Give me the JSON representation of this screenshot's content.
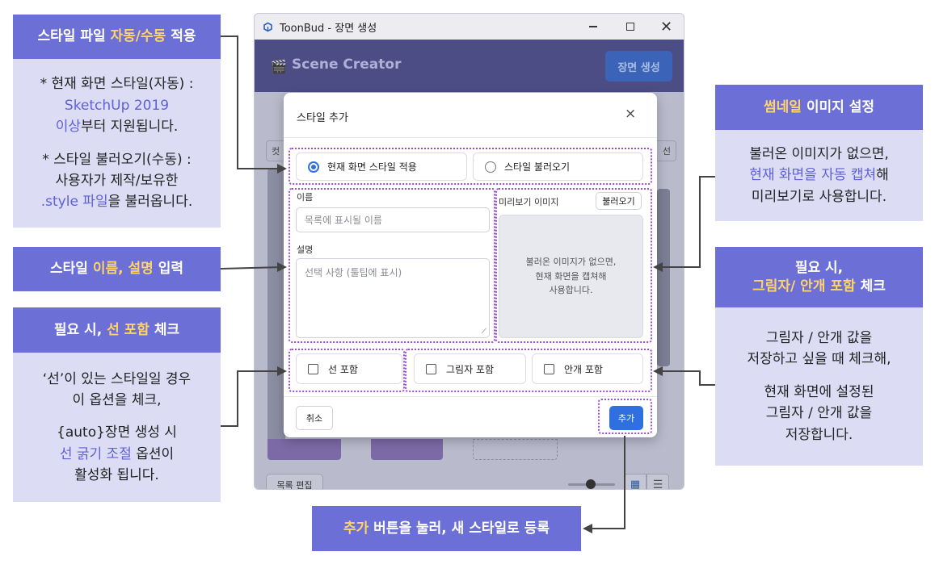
{
  "window": {
    "title": "ToonBud - 장면 생성",
    "min_icon": "minimize-icon",
    "max_icon": "maximize-icon",
    "close_icon": "close-icon"
  },
  "app_header": {
    "title": "Scene Creator",
    "create_button": "장면 생성"
  },
  "background_ui": {
    "tab_fragment": "컷",
    "right_fragment": "선",
    "edit_list_button": "목록 편집"
  },
  "dialog": {
    "title": "스타일 추가",
    "close_label": "×",
    "mode_current": "현재 화면 스타일 적용",
    "mode_load": "스타일 불러오기",
    "name_label": "이름",
    "name_placeholder": "목록에 표시될 이름",
    "desc_label": "설명",
    "desc_placeholder": "선택 사항 (툴팁에 표시)",
    "preview_label": "미리보기 이미지",
    "load_button": "불러오기",
    "preview_empty_1": "불러온 이미지가 없으면,",
    "preview_empty_2": "현재 화면을 캡쳐해",
    "preview_empty_3": "사용합니다.",
    "include_line": "선 포함",
    "include_shadow": "그림자 포함",
    "include_fog": "안개 포함",
    "cancel_button": "취소",
    "add_button": "추가"
  },
  "annotations": {
    "style_apply": {
      "a": "스타일 파일 ",
      "b": "자동/수동",
      "c": " 적용"
    },
    "style_apply_desc": {
      "l1": "* 현재 화면 스타일(자동) :",
      "l2": "SketchUp 2019",
      "l3a": "이상",
      "l3b": "부터 지원됩니다.",
      "l4": "* 스타일 불러오기(수동) :",
      "l5": "사용자가 제작/보유한",
      "l6a": ".style 파일",
      "l6b": "을 불러옵니다."
    },
    "name_desc": {
      "a": "스타일 ",
      "b": "이름, 설명",
      "c": " 입력"
    },
    "line_check": {
      "a": "필요 시, ",
      "b": "선 포함",
      "c": " 체크"
    },
    "line_check_desc": {
      "l1": "‘선’이 있는 스타일일 경우",
      "l2": "이 옵션을 체크,",
      "l3": "{auto}장면 생성 시",
      "l4a": "선 굵기 조절",
      "l4b": " 옵션이",
      "l5": "활성화 됩니다."
    },
    "thumbnail": {
      "a": "썸네일",
      "b": " 이미지 설정"
    },
    "thumbnail_desc": {
      "l1": "불러온 이미지가 없으면,",
      "l2a": "현재 화면을 자동 캡쳐",
      "l2b": "해",
      "l3": "미리보기로 사용합니다."
    },
    "shadow_fog": {
      "l1": "필요 시,",
      "l2a": "그림자/ 안개 포함",
      "l2b": " 체크"
    },
    "shadow_fog_desc": {
      "l1": "그림자 / 안개 값을",
      "l2": "저장하고 싶을 때 체크해,",
      "l3": "현재 화면에 설정된",
      "l4": "그림자 / 안개 값을",
      "l5": "저장합니다."
    },
    "add_register": {
      "a": "추가",
      "b": " 버튼을 눌러, 새 스타일로 등록"
    }
  },
  "colors": {
    "label_bg": "#6c6fd6",
    "desc_bg": "#dcdcf4",
    "highlight_yellow": "#ffd36b",
    "highlight_blue": "#5e61d8",
    "dotted_border": "#9a4fd0",
    "primary_button": "#2f6fe0"
  }
}
